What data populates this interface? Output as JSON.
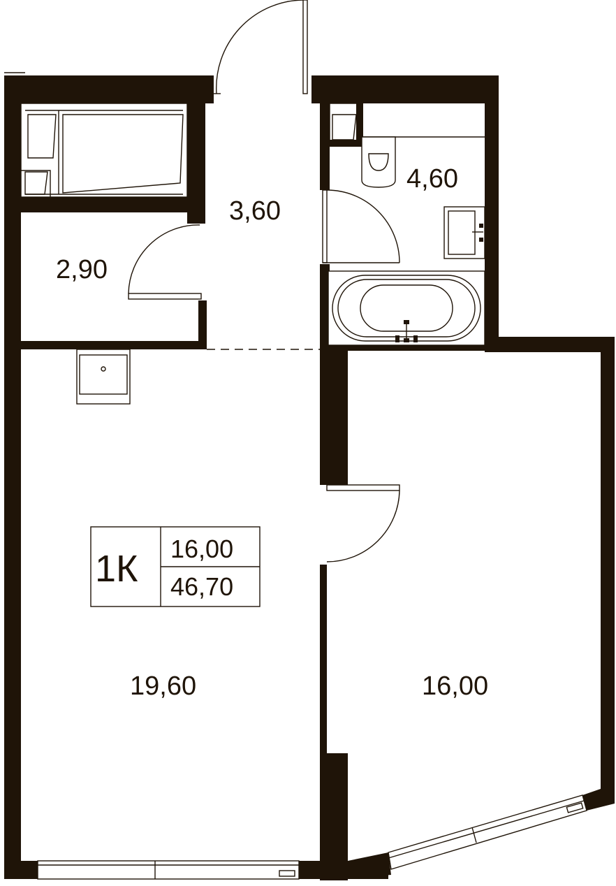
{
  "plan": {
    "rooms": [
      {
        "id": "storage",
        "area": "2,90"
      },
      {
        "id": "hallway",
        "area": "3,60"
      },
      {
        "id": "bathroom",
        "area": "4,60"
      },
      {
        "id": "kitchen-living",
        "area": "19,60"
      },
      {
        "id": "bedroom",
        "area": "16,00"
      }
    ],
    "badge": {
      "type": "1К",
      "living_area": "16,00",
      "total_area": "46,70"
    },
    "colors": {
      "wall": "#1f1408",
      "background": "#ffffff"
    }
  }
}
